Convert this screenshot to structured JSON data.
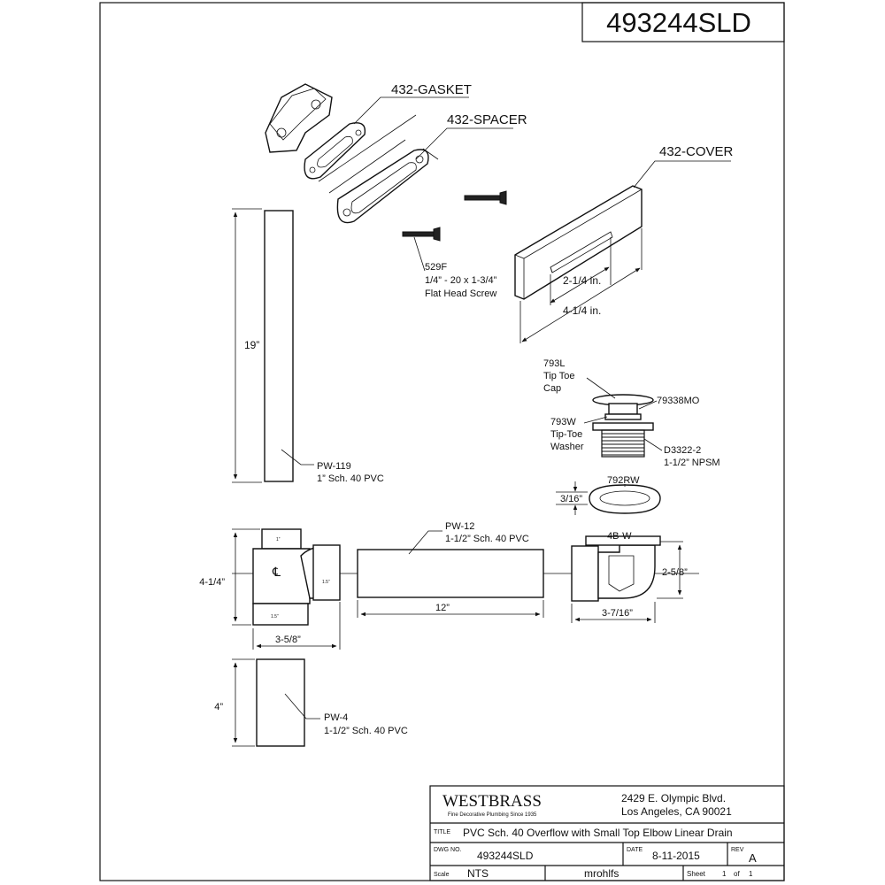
{
  "drawing_number_box": "493244SLD",
  "callouts": {
    "gasket": "432-GASKET",
    "spacer": "432-SPACER",
    "cover": "432-COVER",
    "screw_code": "529F",
    "screw_size": "1/4” - 20 x 1-3/4”",
    "screw_desc": "Flat Head Screw",
    "cover_dim_inner": "2-1/4 in.",
    "cover_dim_outer": "4-1/4 in.",
    "pipe_119_len": "19”",
    "pipe_119_code": "PW-119",
    "pipe_119_desc": "1” Sch. 40 PVC",
    "cap_code": "793L",
    "cap_line1": "Tip Toe",
    "cap_line2": "Cap",
    "mo_code": "79338MO",
    "washer_code": "793W",
    "washer_line1": "Tip-Toe",
    "washer_line2": "Washer",
    "thread_code": "D3322-2",
    "thread_desc": "1-1/2” NPSM",
    "ring_code": "792RW",
    "ring_thk": "3/16”",
    "pipe_12_code": "PW-12",
    "pipe_12_desc": "1-1/2” Sch. 40 PVC",
    "pipe_12_len": "12”",
    "elbow_code": "4B-W",
    "elbow_height": "2-5/8”",
    "elbow_width": "3-7/16”",
    "tee_height": "4-1/4”",
    "tee_width": "3-5/8”",
    "tee_top_label": "1”",
    "tee_side_label": "1.5”",
    "tee_bottom_label": "1.5”",
    "centerline": "℄",
    "pipe_4_len": "4”",
    "pipe_4_code": "PW-4",
    "pipe_4_desc": "1-1/2” Sch. 40 PVC"
  },
  "title_block": {
    "brand": "WESTBRASS",
    "tagline": "Fine Decorative Plumbing Since 1935",
    "address1": "2429 E. Olympic Blvd.",
    "address2": "Los Angeles, CA 90021",
    "title_label": "TITLE",
    "title": "PVC Sch. 40 Overflow with Small Top Elbow Linear Drain",
    "dwg_label": "DWG NO.",
    "dwg_no": "493244SLD",
    "date_label": "DATE",
    "date": "8-11-2015",
    "rev_label": "REV",
    "rev": "A",
    "scale_label": "Scale",
    "scale": "NTS",
    "drawn_by": "mrohlfs",
    "sheet_label": "Sheet",
    "sheet_no": "1",
    "sheet_of": "of",
    "sheet_total": "1"
  }
}
